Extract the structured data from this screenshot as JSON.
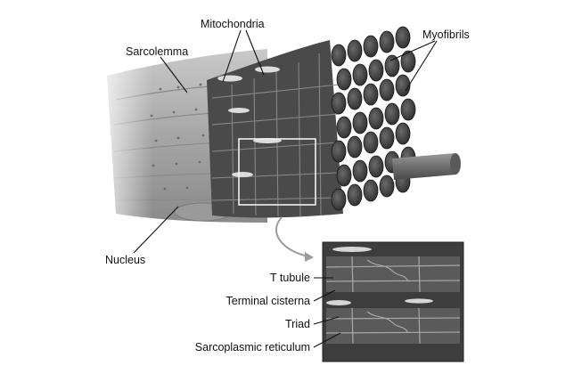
{
  "labels": {
    "mitochondria": "Mitochondria",
    "myofibrils": "Myofibrils",
    "sarcolemma": "Sarcolemma",
    "nucleus": "Nucleus",
    "t_tubule": "T tubule",
    "terminal_cisterna": "Terminal cisterna",
    "triad": "Triad",
    "sarcoplasmic_reticulum": "Sarcoplasmic reticulum"
  },
  "colors": {
    "fiber_surface": "#a9a9a9",
    "myofibril": "#3a3a3a",
    "reticulum": "#7d7d7d",
    "leader_line": "#111111"
  }
}
